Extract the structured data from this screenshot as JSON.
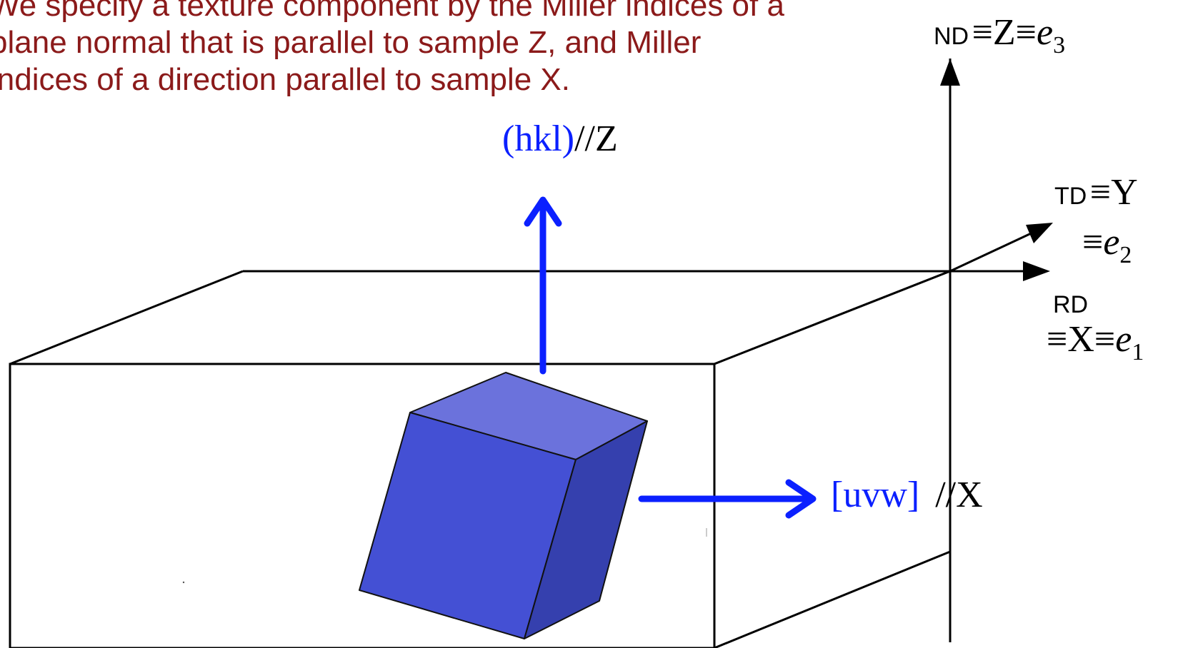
{
  "caption": {
    "lines": [
      "We specify a texture component by the Miller indices of a",
      "plane normal that is parallel to sample Z, and Miller",
      "indices of a direction parallel to sample X."
    ]
  },
  "labels": {
    "hkl": "(hkl)",
    "hkl_suffix": "//Z",
    "uvw": "[uvw]",
    "uvw_suffix": "//X"
  },
  "axes": {
    "nd": {
      "prefix": "ND",
      "equiv": "≡Z≡",
      "e": "e",
      "sub": "3"
    },
    "td": {
      "prefix": "TD",
      "equiv": "≡Y",
      "equiv2": "≡",
      "e": "e",
      "sub": "2"
    },
    "rd": {
      "prefix": "RD",
      "equiv": "≡X≡",
      "e": "e",
      "sub": "1"
    }
  },
  "colors": {
    "caption": "#8b1a1a",
    "arrow_blue": "#0b20ff",
    "crystal_front": "#4450d4",
    "crystal_top": "#6b72dc",
    "crystal_side": "#3540ae",
    "line": "#000000"
  }
}
